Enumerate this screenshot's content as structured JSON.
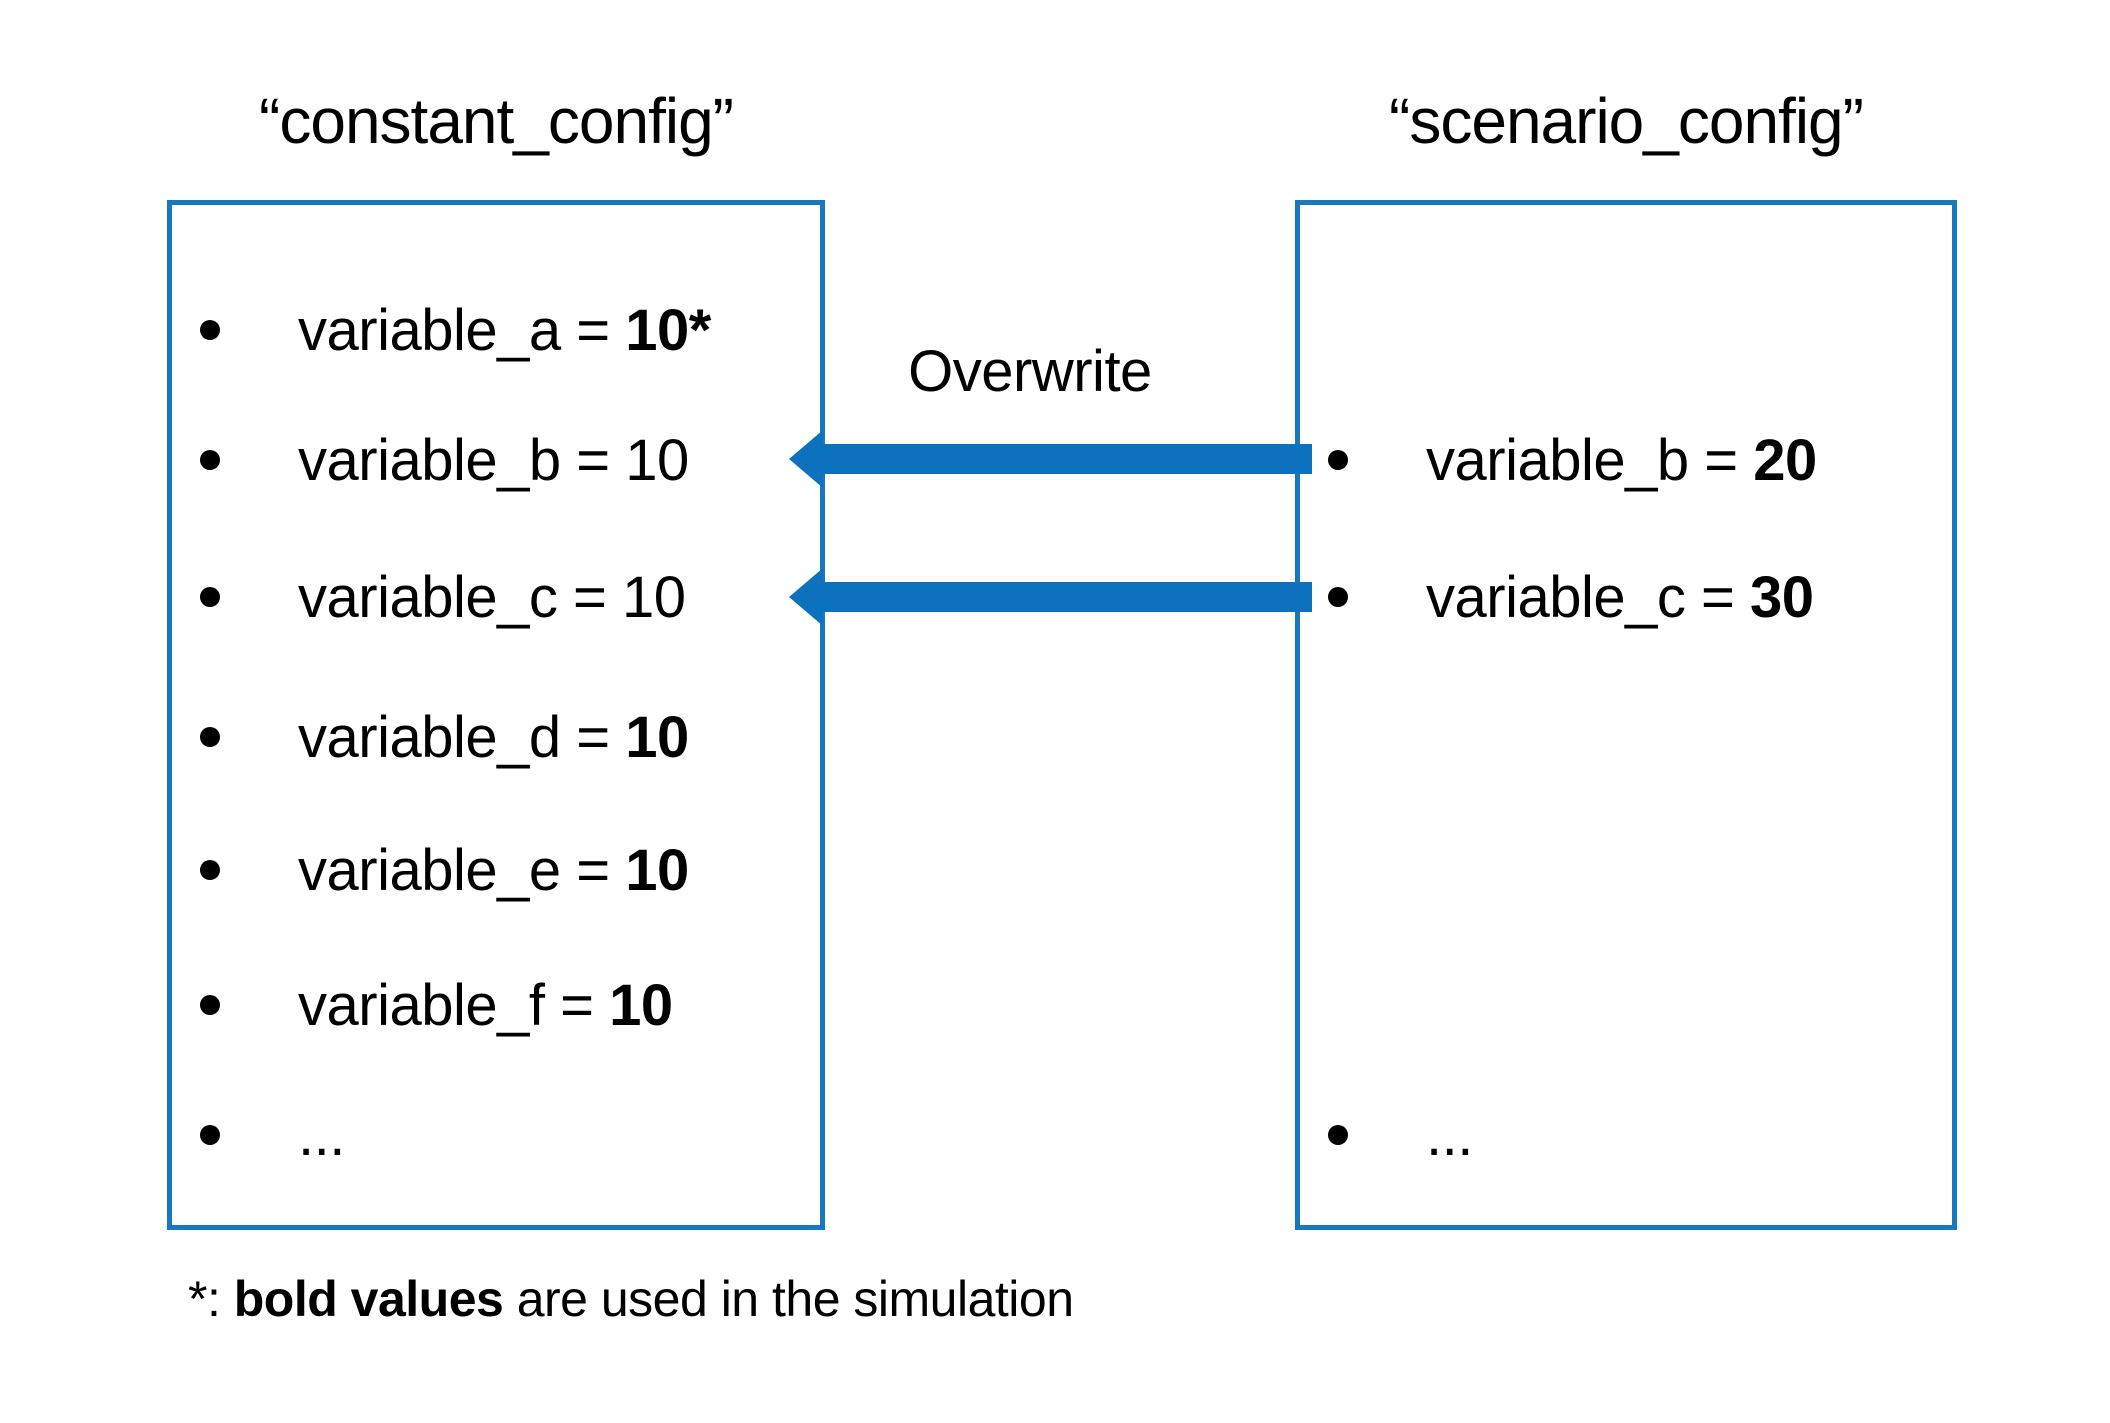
{
  "titles": {
    "left": "“constant_config”",
    "right": "“scenario_config”"
  },
  "overwrite_label": "Overwrite",
  "left_box": {
    "items": [
      {
        "name": "variable_a = ",
        "value": "10*",
        "bold": "true"
      },
      {
        "name": "variable_b = ",
        "value": "10",
        "bold": "false"
      },
      {
        "name": "variable_c = ",
        "value": "10",
        "bold": "false"
      },
      {
        "name": "variable_d = ",
        "value": "10",
        "bold": "true"
      },
      {
        "name": "variable_e = ",
        "value": "10",
        "bold": "true"
      },
      {
        "name": "variable_f = ",
        "value": "10",
        "bold": "true"
      },
      {
        "name": "...",
        "value": "",
        "bold": "false"
      }
    ]
  },
  "right_box": {
    "items": [
      {
        "name": "variable_b = ",
        "value": "20",
        "bold": "true"
      },
      {
        "name": "variable_c = ",
        "value": "30",
        "bold": "true"
      },
      {
        "name": "...",
        "value": "",
        "bold": "false"
      }
    ]
  },
  "footnote": {
    "prefix": "*: ",
    "bold": "bold values",
    "rest": " are used in the simulation"
  },
  "colors": {
    "arrow": "#0d72bd",
    "border": "#1878be"
  }
}
